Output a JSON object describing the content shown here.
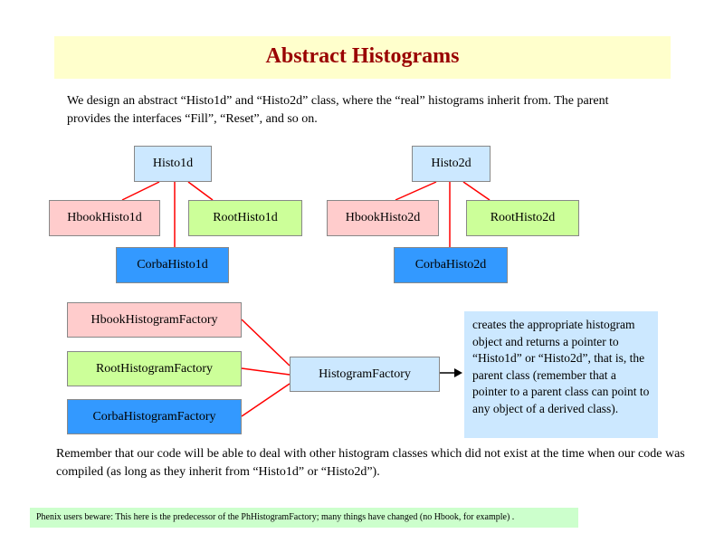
{
  "title": "Abstract Histograms",
  "intro": "We design an abstract “Histo1d” and “Histo2d” class, where the “real” histograms inherit from. The parent provides the interfaces “Fill”, “Reset”, and so on.",
  "histo1d": {
    "parent": "Histo1d",
    "hbook": "HbookHisto1d",
    "root": "RootHisto1d",
    "corba": "CorbaHisto1d"
  },
  "histo2d": {
    "parent": "Histo2d",
    "hbook": "HbookHisto2d",
    "root": "RootHisto2d",
    "corba": "CorbaHisto2d"
  },
  "factories": {
    "hbook": "HbookHistogramFactory",
    "root": "RootHistogramFactory",
    "corba": "CorbaHistogramFactory",
    "main": "HistogramFactory"
  },
  "note": "creates the appropriate histogram object and returns a pointer to “Histo1d” or “Histo2d”, that is, the parent class (remember that a pointer to a parent class can point to any object of a derived class).",
  "remember": "Remember that our code will be able to deal with other histogram classes which did not exist at the time when our code was compiled (as long as they inherit from “Histo1d” or “Histo2d”).",
  "footer": "Phenix users beware: This here is the predecessor of the PhHistogramFactory; many things have changed (no Hbook, for example) .",
  "colors": {
    "title": "#990000",
    "title_bg": "#ffffcc",
    "parent_box": "#cce8ff",
    "hbook_box": "#ffcccc",
    "root_box": "#ccff99",
    "corba_box": "#3399ff",
    "connector": "#ff0000",
    "footer_bg": "#ccffcc"
  }
}
